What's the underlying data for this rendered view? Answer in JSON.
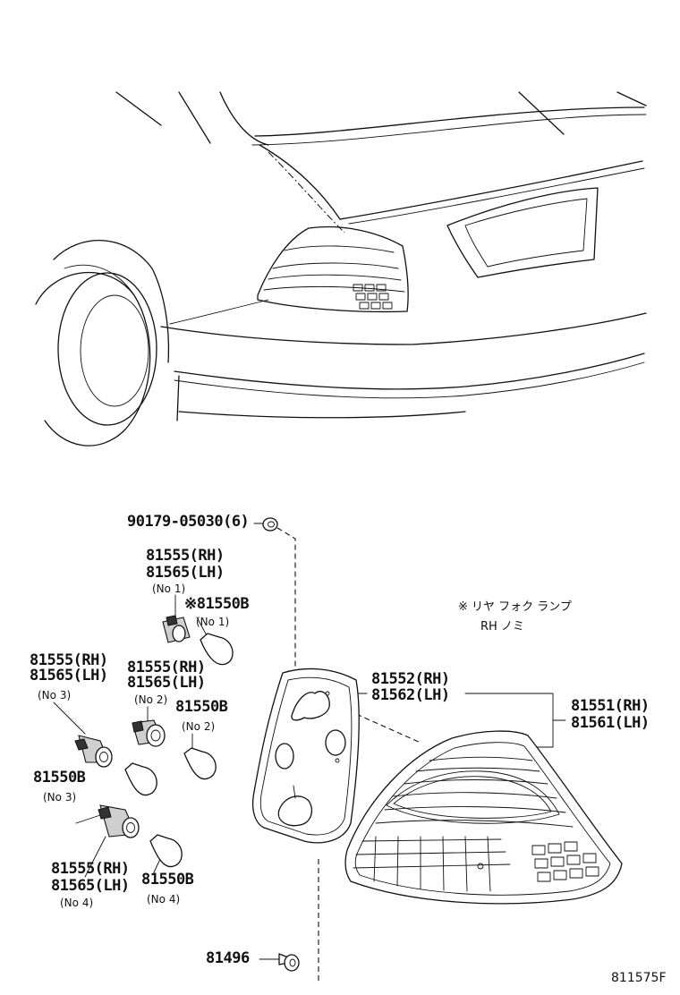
{
  "parts": {
    "screw_top": "90179-05030(6)",
    "socket1_rh": "81555(RH)",
    "socket1_lh": "81565(LH)",
    "socket1_no": "(No 1)",
    "bulb1": "※81550B",
    "bulb1_no": "(No 1)",
    "socket3_rh": "81555(RH)",
    "socket3_lh": "81565(LH)",
    "socket3_no": "(No 3)",
    "socket2_rh": "81555(RH)",
    "socket2_lh": "81565(LH)",
    "socket2_no": "(No 2)",
    "bulb2": "81550B",
    "bulb2_no": "(No 2)",
    "bulb3": "81550B",
    "bulb3_no": "(No 3)",
    "socket4_rh": "81555(RH)",
    "socket4_lh": "81565(LH)",
    "socket4_no": "(No 4)",
    "bulb4": "81550B",
    "bulb4_no": "(No 4)",
    "gasket_rh": "81552(RH)",
    "gasket_lh": "81562(LH)",
    "lamp_rh": "81551(RH)",
    "lamp_lh": "81561(LH)",
    "screw_bottom": "81496"
  },
  "note": {
    "line1": "※ リヤ フォク ランプ",
    "line2": "RH ノミ"
  },
  "figure_ref": "811575F"
}
